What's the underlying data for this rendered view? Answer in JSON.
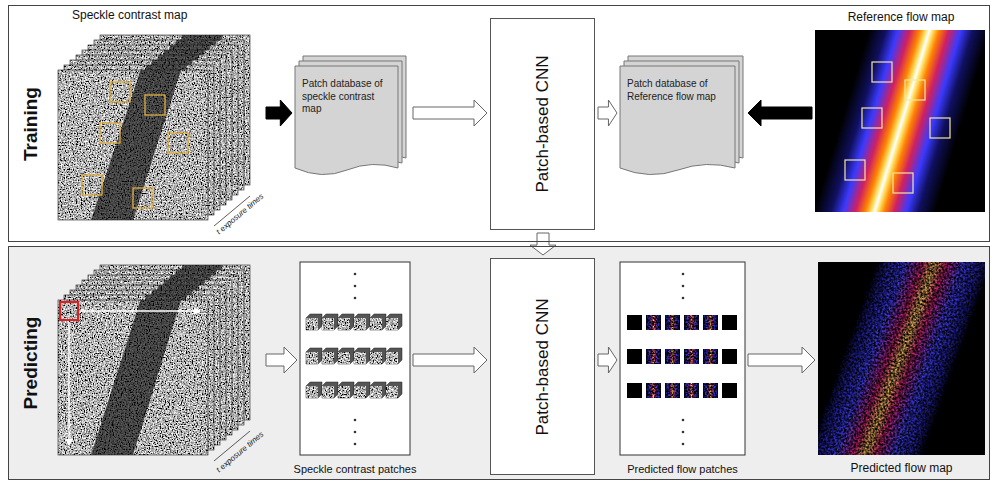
{
  "diagram": {
    "nodes": [
      {
        "text": [
          "Training"
        ]
      },
      {
        "text": [
          "Speckle contrast map",
          "t exposure times"
        ],
        "in": 0
      },
      {
        "text": [
          "Patch database of speckle contrast map"
        ],
        "in": 0
      },
      {
        "text": [
          "Patch-based CNN"
        ],
        "in": 0
      },
      {
        "text": [
          "Patch database of Reference flow map"
        ],
        "in": 0
      },
      {
        "text": [
          "Reference flow map"
        ],
        "in": 0
      },
      {
        "text": [
          "Predicting"
        ]
      },
      {
        "text": [
          "t exposure times"
        ],
        "in": 6
      },
      {
        "text": [
          "Speckle contrast patches"
        ],
        "in": 6
      },
      {
        "text": [
          "Patch-based CNN"
        ],
        "in": 6
      },
      {
        "text": [
          "Predicted flow patches"
        ],
        "in": 6
      },
      {
        "text": [
          "Predicted flow map"
        ],
        "in": 6
      }
    ],
    "edges": [
      {
        "from": 1,
        "to": 2,
        "arrow": "to"
      },
      {
        "from": 2,
        "to": 3,
        "arrow": "to"
      },
      {
        "from": 3,
        "to": 4,
        "arrow": "to"
      },
      {
        "from": 5,
        "to": 4,
        "arrow": "to"
      },
      {
        "from": 3,
        "to": 9,
        "arrow": "to"
      },
      {
        "from": 7,
        "to": 8,
        "arrow": "to"
      },
      {
        "from": 8,
        "to": 9,
        "arrow": "to"
      },
      {
        "from": 9,
        "to": 10,
        "arrow": "to"
      },
      {
        "from": 10,
        "to": 11,
        "arrow": "to"
      }
    ]
  }
}
